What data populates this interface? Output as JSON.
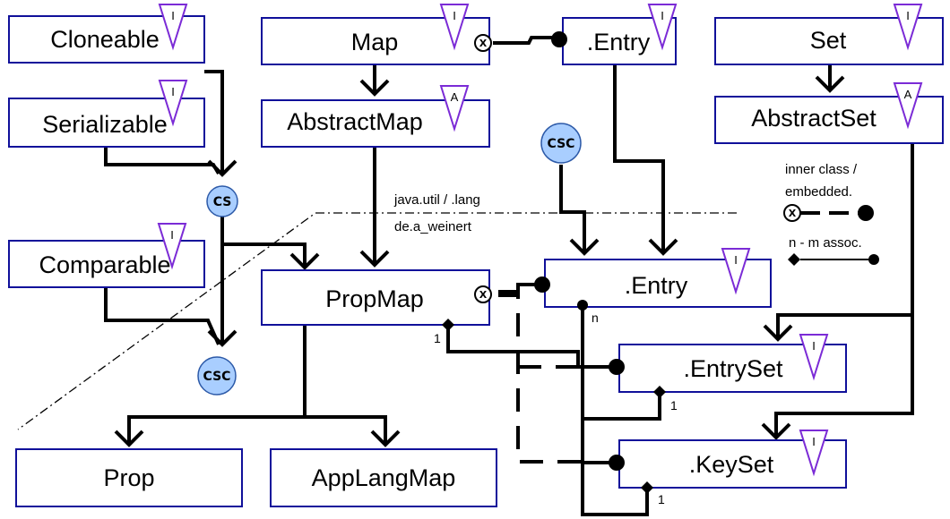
{
  "classes": {
    "cloneable": {
      "label": "Cloneable",
      "badge": "I"
    },
    "serializable": {
      "label": "Serializable",
      "badge": "I"
    },
    "comparable": {
      "label": "Comparable",
      "badge": "I"
    },
    "map": {
      "label": "Map",
      "badge": "I"
    },
    "map_entry": {
      "label": ".Entry",
      "badge": "I"
    },
    "set": {
      "label": "Set",
      "badge": "I"
    },
    "abstract_map": {
      "label": "AbstractMap",
      "badge": "A"
    },
    "abstract_set": {
      "label": "AbstractSet",
      "badge": "A"
    },
    "prop_map": {
      "label": "PropMap"
    },
    "prop_entry": {
      "label": ".Entry",
      "badge": "I"
    },
    "entry_set": {
      "label": ".EntrySet",
      "badge": "I"
    },
    "key_set": {
      "label": ".KeySet",
      "badge": "I"
    },
    "prop": {
      "label": "Prop"
    },
    "app_lang_map": {
      "label": "AppLangMap"
    }
  },
  "markers": {
    "cs": "CS",
    "csc_top": "CSC",
    "csc_bottom": "CSC",
    "x": "X"
  },
  "package_labels": {
    "upper": "java.util / .lang",
    "lower": "de.a_weinert"
  },
  "legend": {
    "inner_class_line1": "inner class /",
    "inner_class_line2": "embedded.",
    "assoc": "n - m assoc."
  },
  "multiplicity": {
    "propmap_1": "1",
    "entry_n": "n",
    "entryset_1": "1",
    "keyset_1": "1"
  }
}
